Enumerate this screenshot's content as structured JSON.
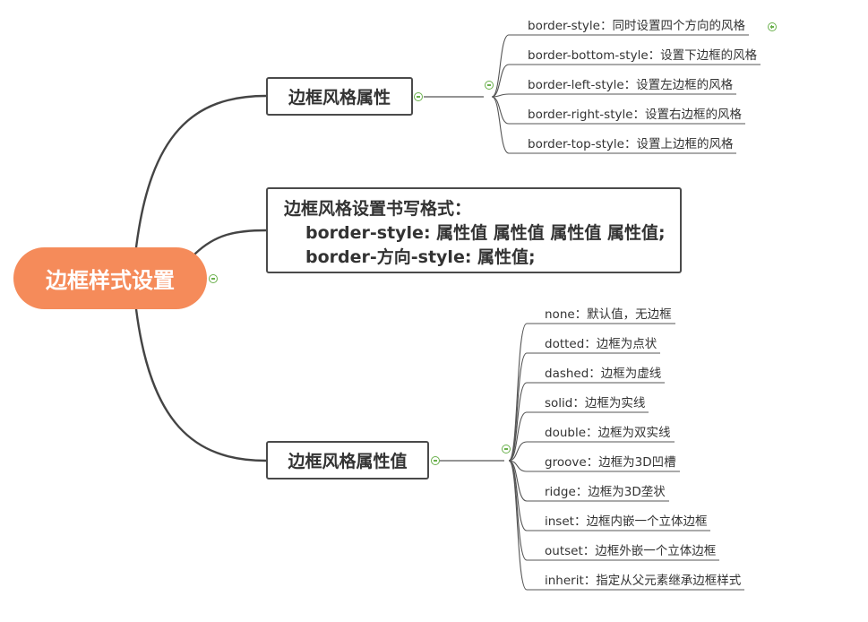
{
  "root": {
    "label": "边框样式设置"
  },
  "branch_style": {
    "label": "边框风格属性",
    "items": [
      "border-style：同时设置四个方向的风格",
      "border-bottom-style：设置下边框的风格",
      "border-left-style：设置左边框的风格",
      "border-right-style：设置右边框的风格",
      "border-top-style：设置上边框的风格"
    ]
  },
  "branch_syntax": {
    "line1": "边框风格设置书写格式：",
    "line2": "border-style: 属性值 属性值 属性值 属性值;",
    "line3": "border-方向-style: 属性值;"
  },
  "branch_values": {
    "label": "边框风格属性值",
    "items": [
      "none：默认值，无边框",
      "dotted：边框为点状",
      "dashed：边框为虚线",
      "solid：边框为实线",
      "double：边框为双实线",
      "groove：边框为3D凹槽",
      "ridge：边框为3D垄状",
      "inset：边框内嵌一个立体边框",
      "outset：边框外嵌一个立体边框",
      "inherit：指定从父元素继承边框样式"
    ]
  },
  "colors": {
    "root_fill": "#f58b5a",
    "line": "#444444",
    "toggle": "#6ab04c"
  }
}
